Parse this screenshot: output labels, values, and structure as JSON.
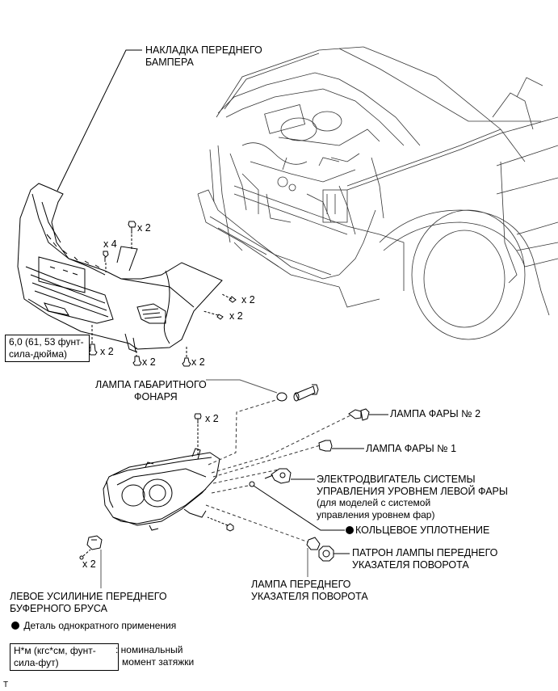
{
  "diagram": {
    "title_area": "Exploded parts view: front bumper cover and left headlight assembly",
    "callouts": {
      "bumper_cover": [
        "НАКЛАДКА ПЕРЕДНЕГО",
        "БАМПЕРА"
      ],
      "clearance_lamp": [
        "ЛАМПА ГАБАРИТНОГО",
        "ФОНАРЯ"
      ],
      "headlamp_bulb_2": "ЛАМПА ФАРЫ № 2",
      "headlamp_bulb_1": "ЛАМПА ФАРЫ № 1",
      "leveling_motor": [
        "ЭЛЕКТРОДВИГАТЕЛЬ СИСТЕМЫ",
        "УПРАВЛЕНИЯ УРОВНЕМ ЛЕВОЙ ФАРЫ"
      ],
      "leveling_motor_note": [
        "(для моделей с системой",
        "управления уровнем фар)"
      ],
      "o_ring": "КОЛЬЦЕВОЕ УПЛОТНЕНИЕ",
      "turn_socket": [
        "ПАТРОН ЛАМПЫ ПЕРЕДНЕГО",
        "УКАЗАТЕЛЯ ПОВОРОТА"
      ],
      "turn_bulb": [
        "ЛАМПА ПЕРЕДНЕГО",
        "УКАЗАТЕЛЯ ПОВОРОТА"
      ],
      "bumper_reinforcement": [
        "ЛЕВОЕ УСИЛИНИЕ ПЕРЕДНЕГО",
        "БУФЕРНОГО БРУСА"
      ]
    },
    "quantities": {
      "top_bolt": "x 2",
      "clip_row": "x 4",
      "side_screw_upper": "x 2",
      "side_screw_lower": "x 2",
      "bottom_bolt_left": "x 2",
      "bottom_bolt_mid": "x 2",
      "bottom_bolt_right": "x 2",
      "headlight_bolt": "x 2",
      "reinforcement_screw": "x 2"
    },
    "torque_box": [
      "6,0 (61, 53 фунт-",
      "сила-дюйма)"
    ],
    "legend": {
      "non_reusable": "Деталь однократного применения",
      "torque_units": [
        "Н*м (кгс*см, фунт-",
        "сила-фут)"
      ],
      "torque_desc": [
        ": номинальный",
        "момент затяжки"
      ]
    },
    "footer_mark": "T"
  }
}
